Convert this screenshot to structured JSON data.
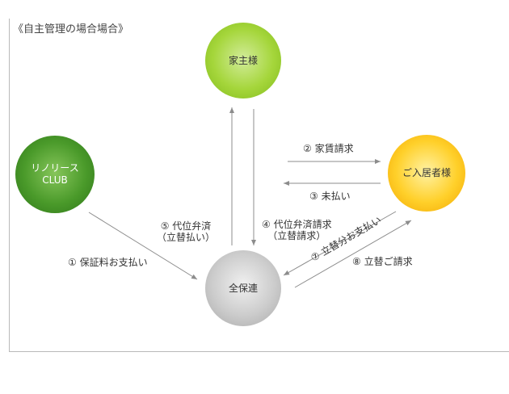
{
  "heading": "《自主管理の場合場合》",
  "nodes": {
    "owner": "家主様",
    "rino_line1": "リノリース",
    "rino_line2": "CLUB",
    "tenant": "ご入居者様",
    "guarantor": "全保連"
  },
  "steps": {
    "s1": "① 保証料お支払い",
    "s2": "② 家賃請求",
    "s3": "③ 未払い",
    "s4_line1": "④ 代位弁済請求",
    "s4_line2": "（立替請求）",
    "s5_line1": "⑤ 代位弁済",
    "s5_line2": "（立替払い）",
    "s7": "⑦ 立替分お支払い",
    "s8": "⑧ 立替ご請求"
  },
  "colors": {
    "line": "#8c8c8c",
    "owner": "#a5d63b",
    "rino": "#4a9a2a",
    "tenant": "#ffd02a",
    "guarantor": "#cccccc"
  }
}
